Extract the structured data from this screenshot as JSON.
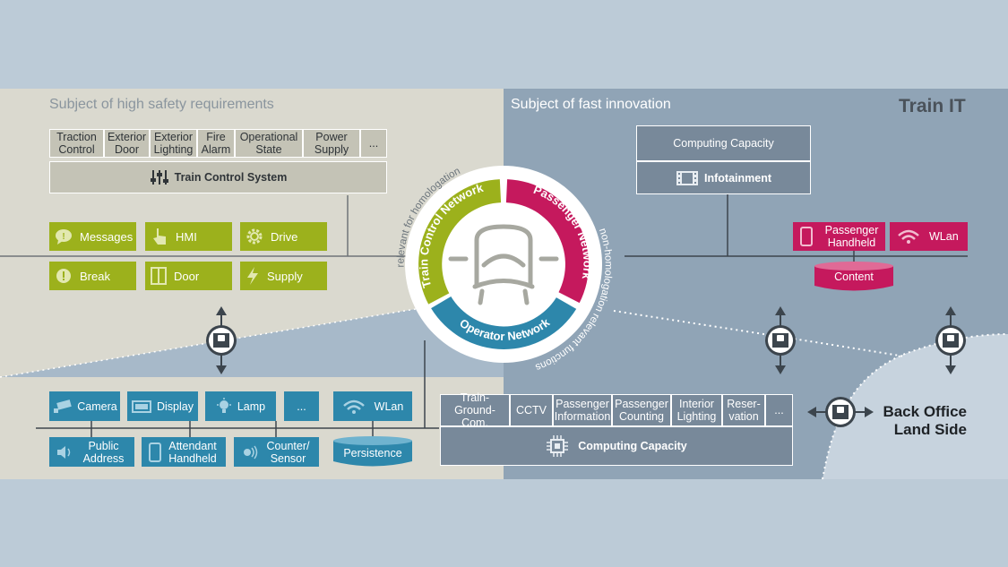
{
  "title": "Train IT",
  "zones": {
    "left_header": "Subject of high safety requirements",
    "right_header": "Subject of fast innovation"
  },
  "safety_functions": [
    "Traction Control",
    "Exterior Door",
    "Exterior Lighting",
    "Fire Alarm",
    "Operational State",
    "Power Supply",
    "..."
  ],
  "train_control_system": "Train Control System",
  "control_modules": [
    {
      "label": "Messages",
      "icon": "message-icon"
    },
    {
      "label": "HMI",
      "icon": "hand-pointer-icon"
    },
    {
      "label": "Drive",
      "icon": "gear-icon"
    },
    {
      "label": "Break",
      "icon": "warning-icon"
    },
    {
      "label": "Door",
      "icon": "door-icon"
    },
    {
      "label": "Supply",
      "icon": "lightning-icon"
    }
  ],
  "ring": {
    "train_control_network": "Train Control Network",
    "passenger_network": "Passenger Network",
    "operator_network": "Operator Network",
    "relevant_for_homologation": "relevant for homologation",
    "non_homologation_relevant": "non-homologation relevant functions",
    "center_icon": "train-front-icon"
  },
  "passenger_side": {
    "computing_capacity": "Computing Capacity",
    "infotainment": "Infotainment",
    "passenger_handheld": "Passenger Handheld",
    "wlan": "WLan",
    "content": "Content"
  },
  "operator_devices": [
    {
      "label": "Camera",
      "icon": "camera-icon"
    },
    {
      "label": "Display",
      "icon": "display-icon"
    },
    {
      "label": "Lamp",
      "icon": "lamp-icon"
    },
    {
      "label": "...",
      "icon": ""
    },
    {
      "label": "WLan",
      "icon": "wifi-icon"
    },
    {
      "label": "Public Address",
      "icon": "speaker-icon"
    },
    {
      "label": "Attendant Handheld",
      "icon": "handheld-icon"
    },
    {
      "label": "Counter/ Sensor",
      "icon": "sensor-icon"
    },
    {
      "label": "Persistence",
      "icon": "database-icon"
    }
  ],
  "operator_functions": [
    "Train-Ground-Com.",
    "CCTV",
    "Passenger Information",
    "Passenger Counting",
    "Interior Lighting",
    "Reser-vation",
    "..."
  ],
  "operator_computing_capacity": "Computing Capacity",
  "back_office": "Back Office Land Side",
  "colors": {
    "safety_green": "#9cb11c",
    "passenger_magenta": "#c5195d",
    "operator_blue": "#2d87ab",
    "slate": "#78899a",
    "safety_zone": "#dad9cf",
    "innovation_zone": "#90a4b6"
  }
}
